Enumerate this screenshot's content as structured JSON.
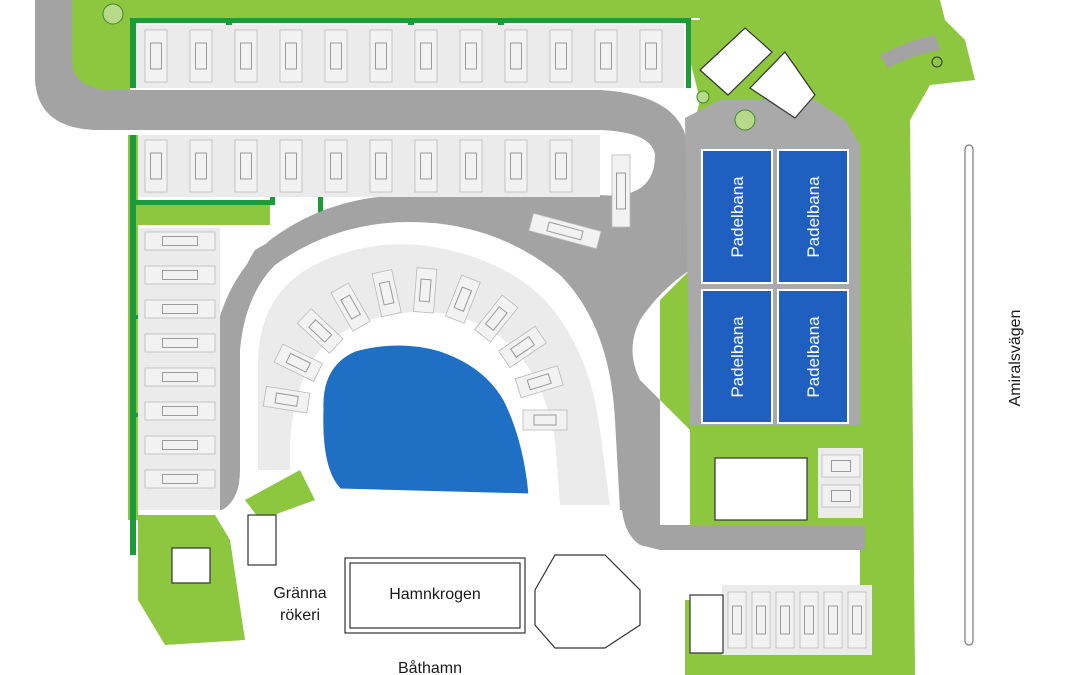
{
  "map": {
    "labels": {
      "padel_court": "Padelbana",
      "restaurant": "Hamnkrogen",
      "smokehouse_line1": "Gränna",
      "smokehouse_line2": "rökeri",
      "boat_harbour": "Båthamn",
      "road": "Amiralsvägen"
    },
    "padel_courts": [
      {
        "id": "court-1",
        "label": "Padelbana"
      },
      {
        "id": "court-2",
        "label": "Padelbana"
      },
      {
        "id": "court-3",
        "label": "Padelbana"
      },
      {
        "id": "court-4",
        "label": "Padelbana"
      }
    ],
    "colors": {
      "grass": "#8dc63f",
      "hedge": "#1e9a3a",
      "road": "#a3a3a3",
      "pool": "#1f6fc4",
      "court": "#1f5fbf",
      "court_surround": "#a9a9a9",
      "paving": "#ebebeb",
      "background": "#ffffff"
    }
  }
}
